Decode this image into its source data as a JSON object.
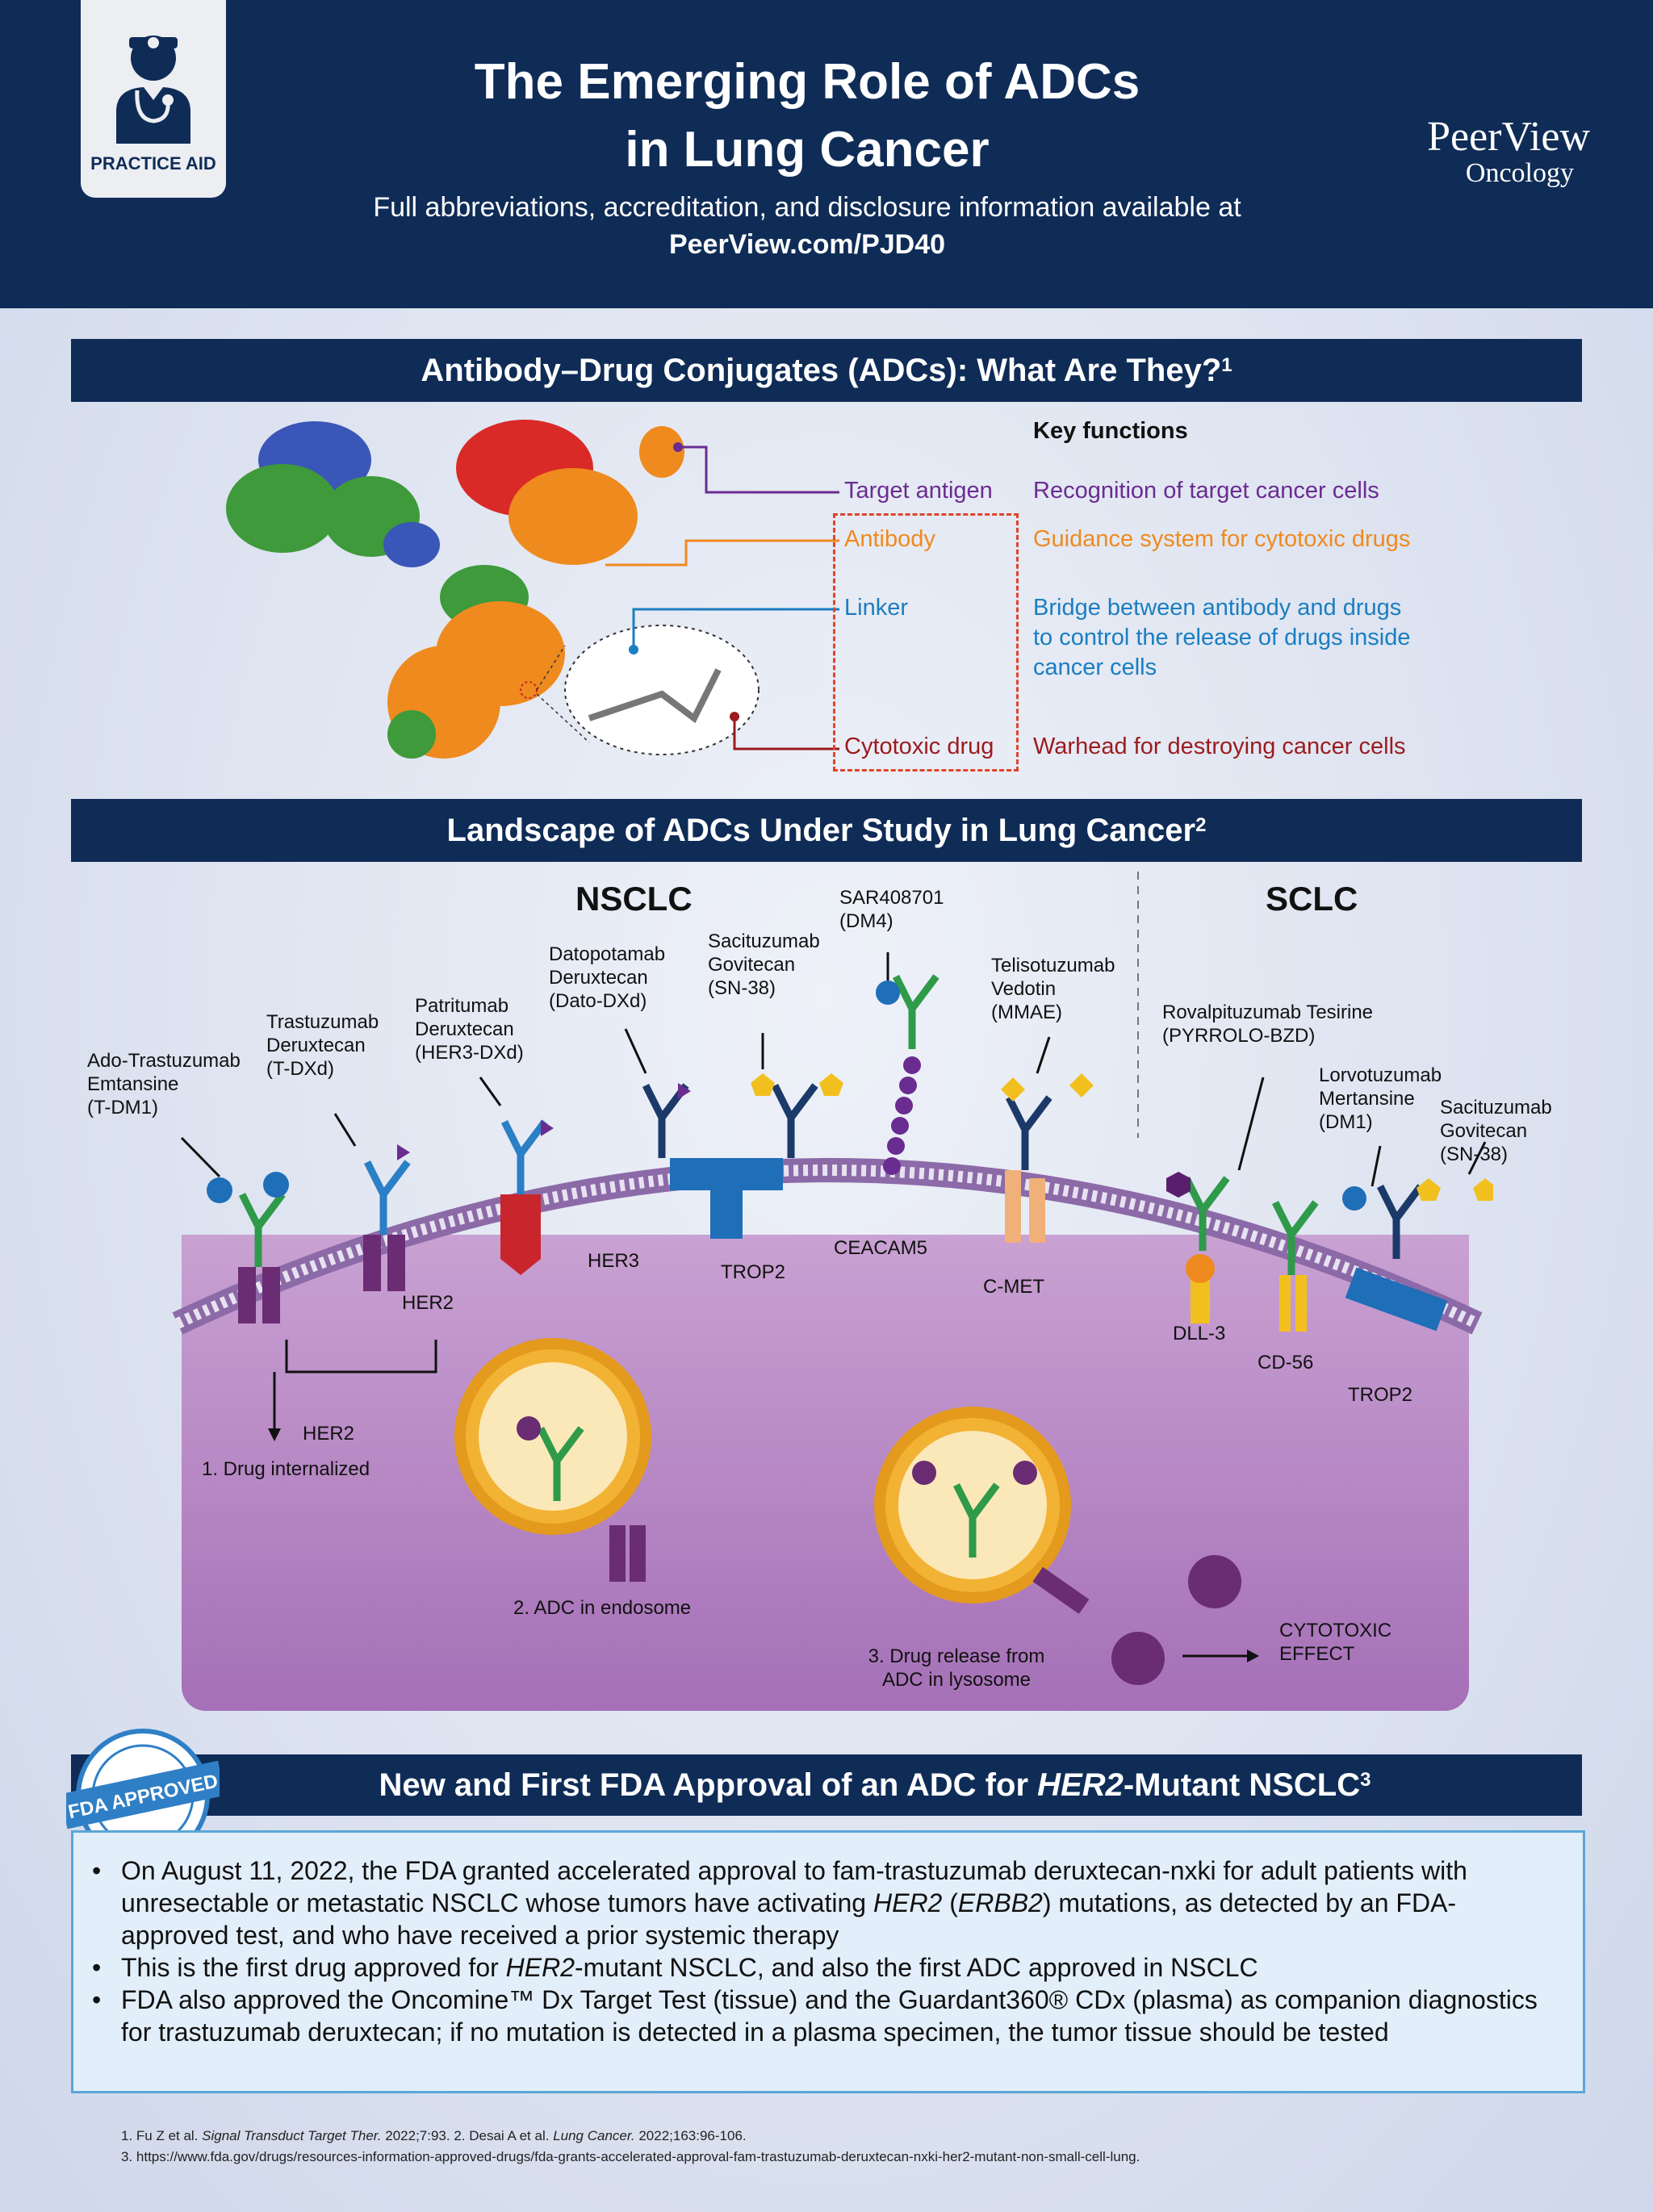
{
  "header": {
    "badge_label": "PRACTICE AID",
    "title_line1": "The Emerging Role of ADCs",
    "title_line2": "in Lung Cancer",
    "subtitle": "Full abbreviations, accreditation, and disclosure information available at",
    "url": "PeerView.com/PJD40",
    "logo_main": "PeerView",
    "logo_sub": "Oncology"
  },
  "section1": {
    "title": "Antibody–Drug Conjugates (ADCs): What Are They?",
    "ref": "1",
    "key_functions_heading": "Key functions",
    "rows": [
      {
        "term": "Target antigen",
        "desc": "Recognition of target cancer cells",
        "color": "#6a2c91"
      },
      {
        "term": "Antibody",
        "desc": "Guidance system for cytotoxic drugs",
        "color": "#ef8a1e"
      },
      {
        "term": "Linker",
        "desc_lines": [
          "Bridge between antibody and drugs",
          "to control the release of drugs inside",
          "cancer cells"
        ],
        "color": "#1a7ec1"
      },
      {
        "term": "Cytotoxic drug",
        "desc": "Warhead for destroying cancer cells",
        "color": "#9b1b1e"
      }
    ]
  },
  "section2": {
    "title": "Landscape of ADCs Under Study in Lung Cancer",
    "ref": "2",
    "nsclc": "NSCLC",
    "sclc": "SCLC",
    "drugs": {
      "tdm1": [
        "Ado-Trastuzumab",
        "Emtansine",
        "(T-DM1)"
      ],
      "tdxd": [
        "Trastuzumab",
        "Deruxtecan",
        "(T-DXd)"
      ],
      "her3dxd": [
        "Patritumab",
        "Deruxtecan",
        "(HER3-DXd)"
      ],
      "datodxd": [
        "Datopotamab",
        "Deruxtecan",
        "(Dato-DXd)"
      ],
      "sg": [
        "Sacituzumab",
        "Govitecan",
        "(SN-38)"
      ],
      "sar": [
        "SAR408701",
        "(DM4)"
      ],
      "tv": [
        "Telisotuzumab",
        "Vedotin",
        "(MMAE)"
      ],
      "rova": [
        "Rovalpituzumab Tesirine",
        "(PYRROLO-BZD)"
      ],
      "lorvo": [
        "Lorvotuzumab",
        "Mertansine",
        "(DM1)"
      ],
      "sg2": [
        "Sacituzumab",
        "Govitecan",
        "(SN-38)"
      ]
    },
    "antigens": {
      "her2a": "HER2",
      "her3": "HER3",
      "trop2": "TROP2",
      "ceacam5": "CEACAM5",
      "cmet": "C-MET",
      "dll3": "DLL-3",
      "cd56": "CD-56",
      "trop2b": "TROP2",
      "her2b": "HER2"
    },
    "steps": {
      "step1": "1. Drug internalized",
      "step2": "2. ADC in endosome",
      "step3_line1": "3. Drug release from",
      "step3_line2": "ADC in lysosome",
      "effect_line1": "CYTOTOXIC",
      "effect_line2": "EFFECT"
    }
  },
  "section3": {
    "stamp_text": "FDA APPROVED",
    "title_pre": "New and First FDA Approval of an ADC for ",
    "title_italic": "HER2",
    "title_post": "-Mutant NSCLC",
    "ref": "3",
    "bullet1_a": "On August 11, 2022, the FDA granted accelerated approval to fam-trastuzumab deruxtecan-nxki for adult patients with unresectable or metastatic NSCLC whose tumors have activating ",
    "bullet1_i1": "HER2",
    "bullet1_b": " (",
    "bullet1_i2": "ERBB2",
    "bullet1_c": ") mutations, as detected by an FDA-approved test, and who have received a prior systemic therapy",
    "bullet2_a": "This is the first drug approved for ",
    "bullet2_i": "HER2",
    "bullet2_b": "-mutant NSCLC, and also the first ADC approved in NSCLC",
    "bullet3": "FDA also approved the Oncomine™ Dx Target Test (tissue) and the Guardant360® CDx (plasma) as companion diagnostics for trastuzumab deruxtecan; if no mutation is detected in a plasma specimen, the tumor tissue should be tested"
  },
  "references": {
    "line1_a": "1. Fu Z et al. ",
    "line1_j1": "Signal Transduct Target Ther.",
    "line1_b": " 2022;7:93. 2. Desai A et al. ",
    "line1_j2": "Lung Cancer.",
    "line1_c": " 2022;163:96-106.",
    "line2": "3. https://www.fda.gov/drugs/resources-information-approved-drugs/fda-grants-accelerated-approval-fam-trastuzumab-deruxtecan-nxki-her2-mutant-non-small-cell-lung."
  }
}
